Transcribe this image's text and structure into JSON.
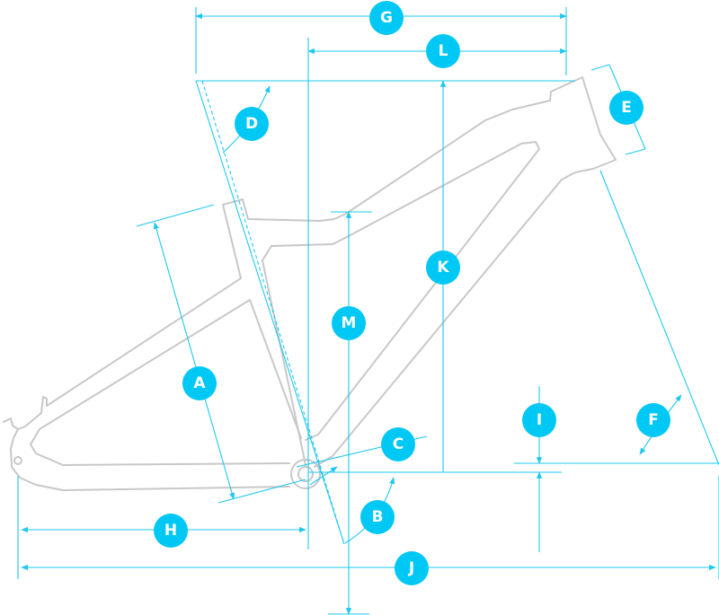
{
  "diagram": {
    "title": "Frame geometry",
    "colors": {
      "accent": "#00c8f4",
      "line": "#1ec8ef",
      "frame": "#c8c8c8",
      "badge_text": "#ffffff"
    },
    "labels": {
      "A": "A",
      "B": "B",
      "C": "C",
      "D": "D",
      "E": "E",
      "F": "F",
      "G": "G",
      "H": "H",
      "I": "I",
      "J": "J",
      "K": "K",
      "L": "L",
      "M": "M"
    }
  }
}
